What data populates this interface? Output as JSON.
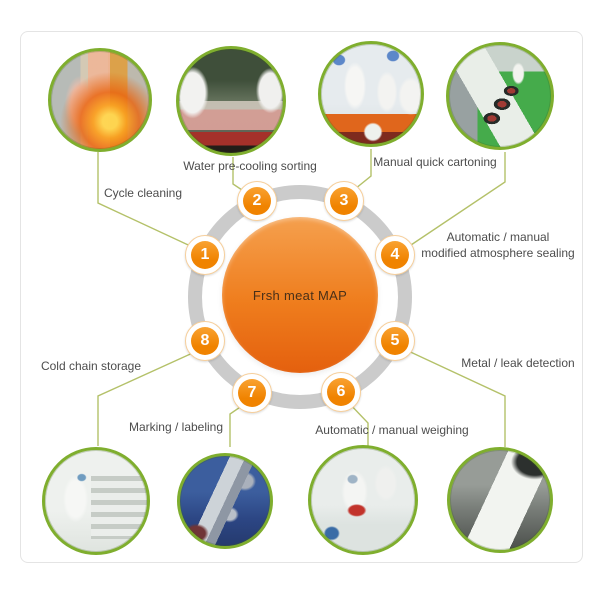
{
  "theme": {
    "accent_orange": "#f08300",
    "ring_gray": "#cbcbcb",
    "connector_green": "#b4c169",
    "photo_border_green": "#7fae2e",
    "label_color": "#4d4d4d",
    "frame_border": "#e4e4e4",
    "center_text_color": "#4a3018",
    "badge_number_color": "#ffffff"
  },
  "center": {
    "label": "Frsh meat MAP"
  },
  "steps": [
    {
      "number": "1",
      "label": "Cycle cleaning",
      "photo": "cycle-cleaning-photo"
    },
    {
      "number": "2",
      "label": "Water pre-cooling sorting",
      "photo": "water-pre-cooling-sorting-photo"
    },
    {
      "number": "3",
      "label": "Manual quick cartoning",
      "photo": "manual-quick-cartoning-photo"
    },
    {
      "number": "4",
      "label": "Automatic / manual modified atmosphere sealing",
      "label_line1": "Automatic / manual",
      "label_line2": "modified atmosphere sealing",
      "photo": "modified-atmosphere-sealing-photo"
    },
    {
      "number": "5",
      "label": "Metal / leak detection",
      "photo": "metal-leak-detection-photo"
    },
    {
      "number": "6",
      "label": "Automatic / manual weighing",
      "photo": "automatic-manual-weighing-photo"
    },
    {
      "number": "7",
      "label": "Marking / labeling",
      "photo": "marking-labeling-photo"
    },
    {
      "number": "8",
      "label": "Cold chain storage",
      "photo": "cold-chain-storage-photo"
    }
  ]
}
